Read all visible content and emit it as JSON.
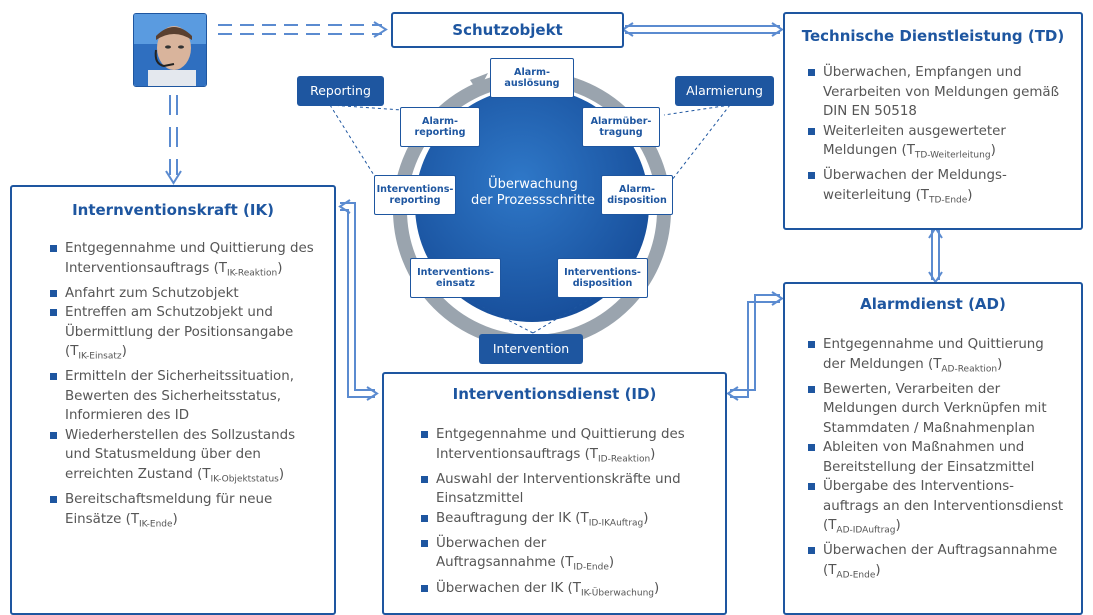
{
  "colors": {
    "primary": "#1e56a0",
    "ring": "#9aa4ae",
    "circle": "#1b5aa8",
    "text": "#555555"
  },
  "operator_photo": {
    "icon": "operator-headset-icon"
  },
  "schutzobjekt": {
    "title": "Schutzobjekt"
  },
  "td": {
    "title": "Technische Dienstleistung (TD)",
    "items": [
      {
        "lines": [
          "Überwachen, Empfangen und",
          "Verarbeiten von Meldungen gemäß",
          "DIN EN 50518"
        ]
      },
      {
        "lines": [
          "Weiterleiten ausgewerteter",
          "Meldungen (T"
        ],
        "sub": "TD-Weiterleitung",
        "after": ")"
      },
      {
        "lines": [
          "Überwachen der Meldungs-",
          "weiterleitung (T"
        ],
        "sub": "TD-Ende",
        "after": ")"
      }
    ]
  },
  "ik": {
    "title": "Internventionskraft (IK)",
    "items": [
      {
        "lines": [
          "Entgegennahme und Quittierung des",
          "Interventionsauftrags (T"
        ],
        "sub": "IK-Reaktion",
        "after": ")"
      },
      {
        "lines": [
          "Anfahrt zum Schutzobjekt"
        ]
      },
      {
        "lines": [
          "Entreffen am Schutzobjekt und",
          "Übermittlung der Positionsangabe",
          "(T"
        ],
        "sub": "IK-Einsatz",
        "after": ")"
      },
      {
        "lines": [
          "Ermitteln der Sicherheitssituation,",
          "Bewerten des Sicherheitsstatus,",
          "Informieren des ID"
        ]
      },
      {
        "lines": [
          "Wiederherstellen des Sollzustands",
          "und Statusmeldung über den",
          "erreichten Zustand (T"
        ],
        "sub": "IK-Objektstatus",
        "after": ")"
      },
      {
        "lines": [
          "Bereitschaftsmeldung für neue",
          "Einsätze (T"
        ],
        "sub": "IK-Ende",
        "after": ")"
      }
    ]
  },
  "id": {
    "title": "Interventionsdienst (ID)",
    "items": [
      {
        "lines": [
          "Entgegennahme und Quittierung des",
          "Interventionsauftrags (T"
        ],
        "sub": "ID-Reaktion",
        "after": ")"
      },
      {
        "lines": [
          "Auswahl der Interventionskräfte und",
          "Einsatzmittel"
        ]
      },
      {
        "lines": [
          "Beauftragung der IK (T"
        ],
        "sub": "ID-IKAuftrag",
        "after": ")"
      },
      {
        "lines": [
          "Überwachen der",
          "Auftragsannahme (T"
        ],
        "sub": "ID-Ende",
        "after": ")"
      },
      {
        "lines": [
          "Überwachen der IK (T"
        ],
        "sub": "IK-Überwachung",
        "after": ")"
      }
    ]
  },
  "ad": {
    "title": "Alarmdienst (AD)",
    "items": [
      {
        "lines": [
          "Entgegennahme und Quittierung",
          "der Meldungen (T"
        ],
        "sub": "AD-Reaktion",
        "after": ")"
      },
      {
        "lines": [
          "Bewerten, Verarbeiten der",
          "Meldungen durch Verknüpfen mit",
          "Stammdaten / Maßnahmenplan"
        ]
      },
      {
        "lines": [
          "Ableiten von Maßnahmen und",
          "Bereitstellung der Einsatzmittel"
        ]
      },
      {
        "lines": [
          "Übergabe des Interventions-",
          "auftrags an den Interventionsdienst",
          "(T"
        ],
        "sub": "AD-IDAuftrag",
        "after": ")"
      },
      {
        "lines": [
          "Überwachen der Auftragsannahme",
          "(T"
        ],
        "sub": "AD-Ende",
        "after": ")"
      }
    ]
  },
  "cycle": {
    "center": [
      "Überwachung",
      "der Prozessschritte"
    ],
    "steps": [
      {
        "key": "alarmausloesung",
        "lines": [
          "Alarm-",
          "auslösung"
        ]
      },
      {
        "key": "alarmuebertragung",
        "lines": [
          "Alarmüber-",
          "tragung"
        ]
      },
      {
        "key": "alarmdisposition",
        "lines": [
          "Alarm-",
          "disposition"
        ]
      },
      {
        "key": "interventionsdisposition",
        "lines": [
          "Interventions-",
          "disposition"
        ]
      },
      {
        "key": "interventionseinsatz",
        "lines": [
          "Interventions-",
          "einsatz"
        ]
      },
      {
        "key": "interventionsreporting",
        "lines": [
          "Interventions-",
          "reporting"
        ]
      },
      {
        "key": "alarmreporting",
        "lines": [
          "Alarm-",
          "reporting"
        ]
      }
    ],
    "phases": {
      "reporting": "Reporting",
      "alarmierung": "Alarmierung",
      "intervention": "Intervention"
    }
  }
}
